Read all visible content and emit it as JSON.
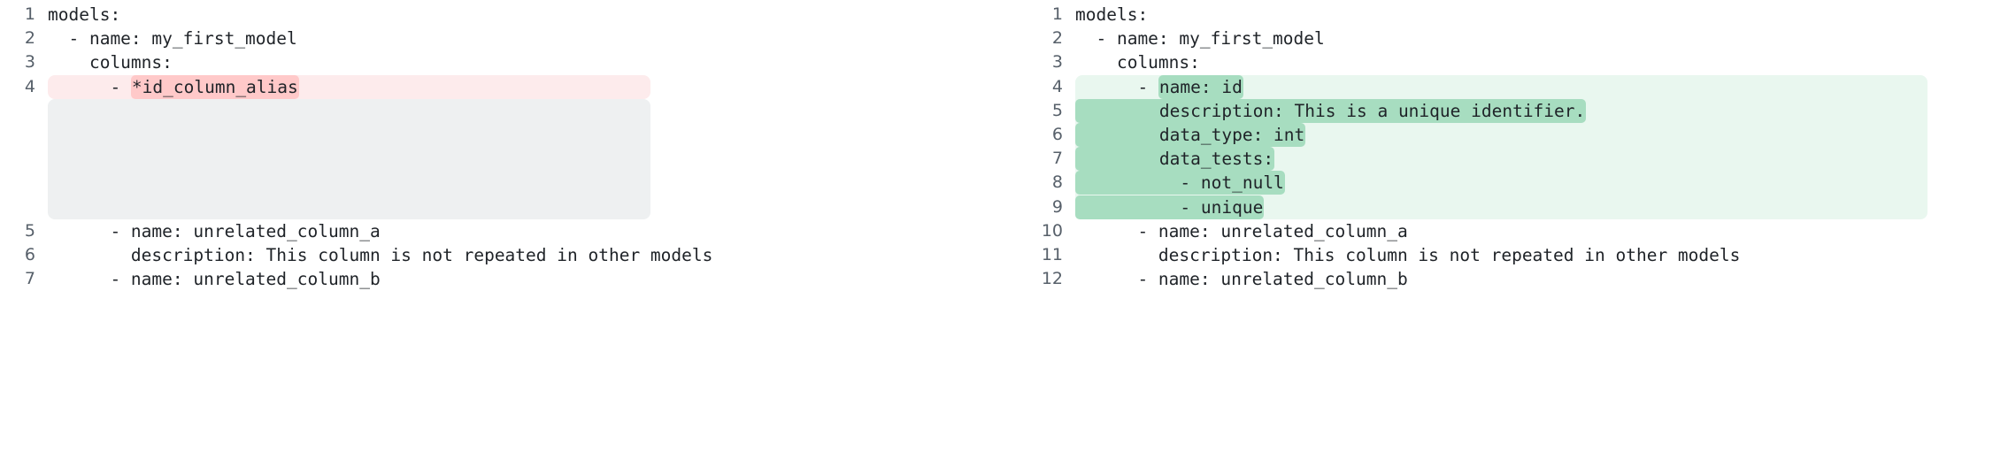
{
  "view": {
    "type": "side-by-side-diff",
    "colors": {
      "deleted_line_bg": "#fdebec",
      "deleted_word_bg": "#ffc9c9",
      "added_line_bg": "#e9f7ef",
      "added_word_bg": "#a7ddc0",
      "placeholder_bg": "#eef0f1",
      "gutter_text": "#57606a",
      "code_text": "#1f2328",
      "page_bg": "#ffffff"
    }
  },
  "left": {
    "name": "before-version",
    "lines": [
      {
        "num": "1",
        "state": "context",
        "segments": [
          {
            "text": "models:",
            "mark": "none"
          }
        ]
      },
      {
        "num": "2",
        "state": "context",
        "segments": [
          {
            "text": "  - name: my_first_model",
            "mark": "none"
          }
        ]
      },
      {
        "num": "3",
        "state": "context",
        "segments": [
          {
            "text": "    columns:",
            "mark": "none"
          }
        ]
      },
      {
        "num": "4",
        "state": "deleted",
        "segments": [
          {
            "text": "      - ",
            "mark": "none"
          },
          {
            "text": "*id_column_alias",
            "mark": "del"
          }
        ]
      },
      {
        "num": "",
        "state": "placeholder",
        "segments": [
          {
            "text": "",
            "mark": "none"
          }
        ]
      },
      {
        "num": "",
        "state": "placeholder",
        "segments": [
          {
            "text": "",
            "mark": "none"
          }
        ]
      },
      {
        "num": "",
        "state": "placeholder",
        "segments": [
          {
            "text": "",
            "mark": "none"
          }
        ]
      },
      {
        "num": "",
        "state": "placeholder",
        "segments": [
          {
            "text": "",
            "mark": "none"
          }
        ]
      },
      {
        "num": "",
        "state": "placeholder",
        "segments": [
          {
            "text": "",
            "mark": "none"
          }
        ]
      },
      {
        "num": "5",
        "state": "context",
        "segments": [
          {
            "text": "      - name: unrelated_column_a",
            "mark": "none"
          }
        ]
      },
      {
        "num": "6",
        "state": "context",
        "segments": [
          {
            "text": "        description: This column is not repeated in other models",
            "mark": "none"
          }
        ]
      },
      {
        "num": "7",
        "state": "context",
        "segments": [
          {
            "text": "      - name: unrelated_column_b",
            "mark": "none"
          }
        ]
      }
    ]
  },
  "right": {
    "name": "after-version",
    "lines": [
      {
        "num": "1",
        "state": "context",
        "segments": [
          {
            "text": "models:",
            "mark": "none"
          }
        ]
      },
      {
        "num": "2",
        "state": "context",
        "segments": [
          {
            "text": "  - name: my_first_model",
            "mark": "none"
          }
        ]
      },
      {
        "num": "3",
        "state": "context",
        "segments": [
          {
            "text": "    columns:",
            "mark": "none"
          }
        ]
      },
      {
        "num": "4",
        "state": "added",
        "segments": [
          {
            "text": "      - ",
            "mark": "none"
          },
          {
            "text": "name: id",
            "mark": "add"
          }
        ]
      },
      {
        "num": "5",
        "state": "added",
        "segments": [
          {
            "text": "        description: This is a unique identifier.",
            "mark": "add"
          }
        ]
      },
      {
        "num": "6",
        "state": "added",
        "segments": [
          {
            "text": "        data_type: int",
            "mark": "add"
          }
        ]
      },
      {
        "num": "7",
        "state": "added",
        "segments": [
          {
            "text": "        data_tests:",
            "mark": "add"
          }
        ]
      },
      {
        "num": "8",
        "state": "added",
        "segments": [
          {
            "text": "          - not_null",
            "mark": "add"
          }
        ]
      },
      {
        "num": "9",
        "state": "added",
        "segments": [
          {
            "text": "          - unique",
            "mark": "add"
          }
        ]
      },
      {
        "num": "10",
        "state": "context",
        "segments": [
          {
            "text": "      - name: unrelated_column_a",
            "mark": "none"
          }
        ]
      },
      {
        "num": "11",
        "state": "context",
        "segments": [
          {
            "text": "        description: This column is not repeated in other models",
            "mark": "none"
          }
        ]
      },
      {
        "num": "12",
        "state": "context",
        "segments": [
          {
            "text": "      - name: unrelated_column_b",
            "mark": "none"
          }
        ]
      }
    ]
  }
}
